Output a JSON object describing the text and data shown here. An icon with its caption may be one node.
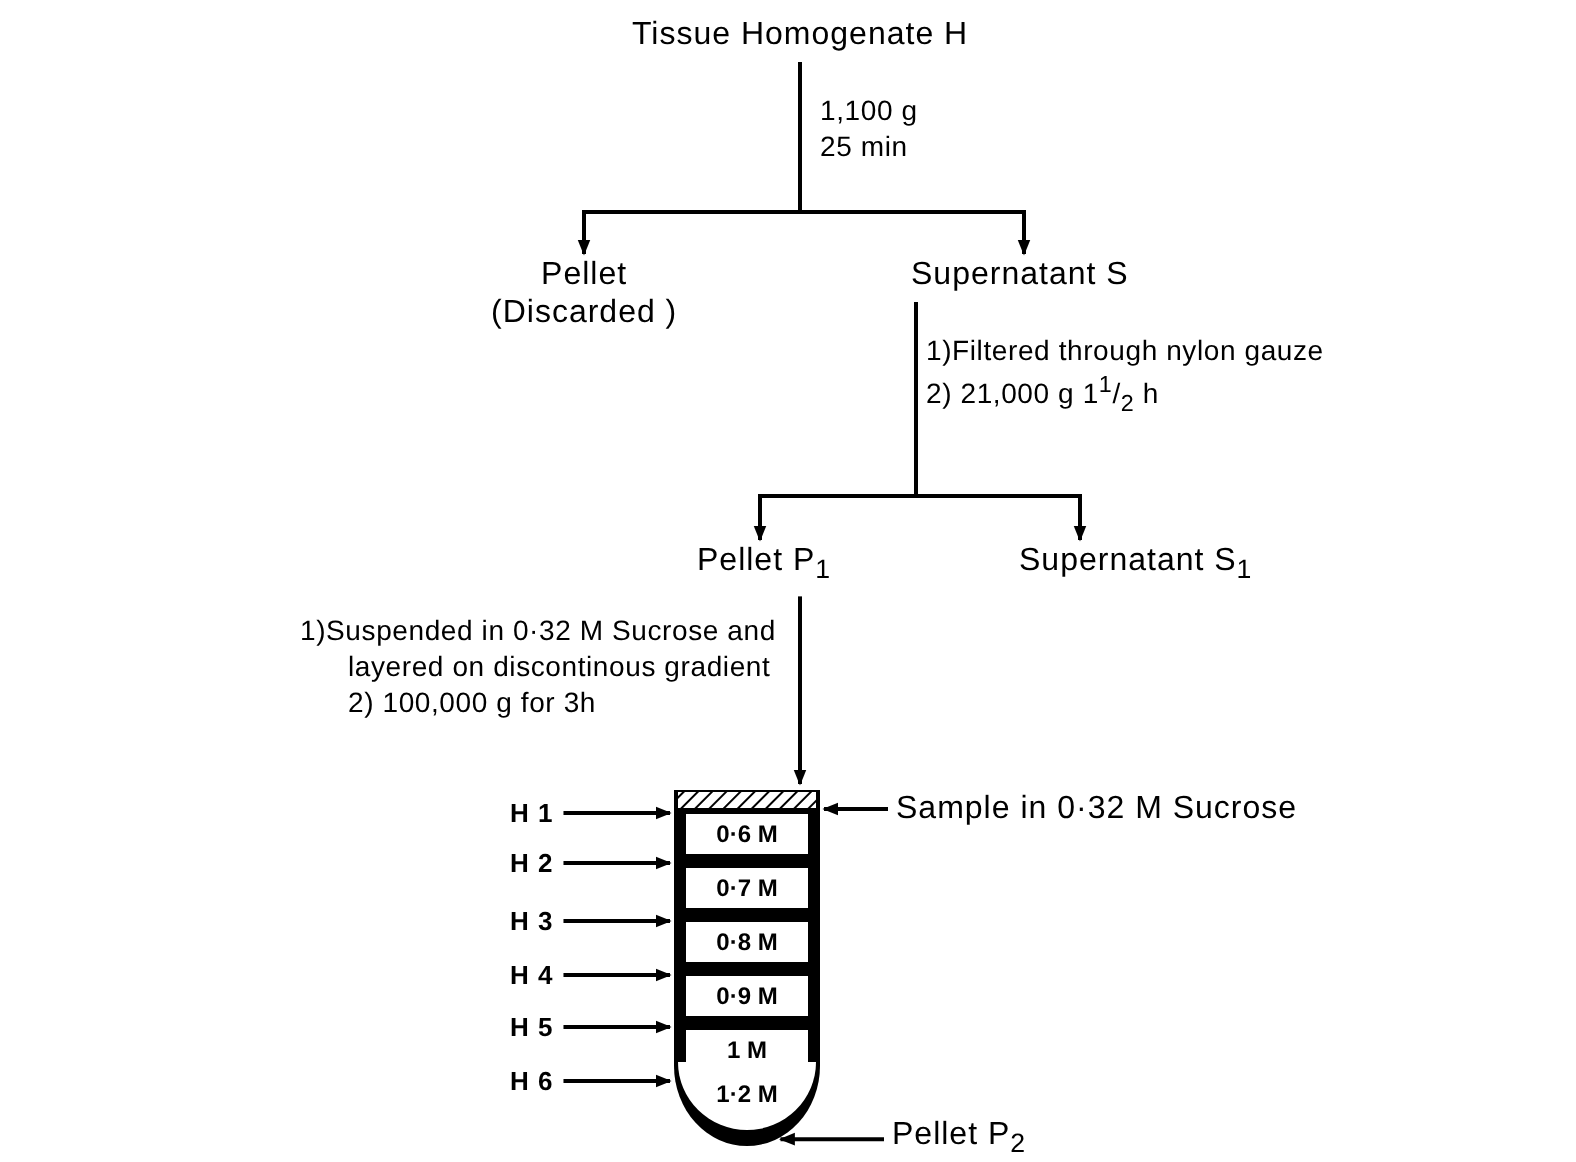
{
  "diagram": {
    "nodes": [
      {
        "text": [
          "Tissue Homogenate H"
        ]
      },
      {
        "text": [
          "Pellet",
          "(Discarded )"
        ]
      },
      {
        "text": [
          "Supernatant S"
        ]
      },
      {
        "text": [
          "Pellet P$_{1}$"
        ]
      },
      {
        "text": [
          "Supernatant S$_{1}$"
        ]
      },
      {
        "text": [],
        "shape": "tube"
      },
      {
        "text": [
          "0·6 M"
        ],
        "in": 5
      },
      {
        "text": [
          "0·7 M"
        ],
        "in": 5
      },
      {
        "text": [
          "0·8 M"
        ],
        "in": 5
      },
      {
        "text": [
          "0·9 M"
        ],
        "in": 5
      },
      {
        "text": [
          "1 M"
        ],
        "in": 5
      },
      {
        "text": [
          "1·2 M"
        ],
        "in": 5
      },
      {
        "text": [
          "H 1"
        ]
      },
      {
        "text": [
          "H 2"
        ]
      },
      {
        "text": [
          "H 3"
        ]
      },
      {
        "text": [
          "H 4"
        ]
      },
      {
        "text": [
          "H 5"
        ]
      },
      {
        "text": [
          "H 6"
        ]
      },
      {
        "text": [
          "Sample in 0·32 M Sucrose"
        ]
      },
      {
        "text": [
          "Pellet P$_{2}$"
        ]
      }
    ],
    "edges": [
      {
        "from": 0,
        "to": 1,
        "arrow": "to",
        "label": "1,100 g 25 min"
      },
      {
        "from": 0,
        "to": 2,
        "arrow": "to"
      },
      {
        "from": 2,
        "to": 3,
        "arrow": "to",
        "label": "1)Filtered through nylon gauze 2) 21,000 g 1$^{1}$/$_{2}$ h"
      },
      {
        "from": 2,
        "to": 4,
        "arrow": "to"
      },
      {
        "from": 3,
        "to": 5,
        "arrow": "to",
        "label": "1)Suspended in 0·32 M Sucrose and layered on discontinous gradient 2) 100,000 g for 3h"
      },
      {
        "from": 12,
        "to": 5,
        "arrow": "to"
      },
      {
        "from": 13,
        "to": 5,
        "arrow": "to"
      },
      {
        "from": 14,
        "to": 5,
        "arrow": "to"
      },
      {
        "from": 15,
        "to": 5,
        "arrow": "to"
      },
      {
        "from": 16,
        "to": 5,
        "arrow": "to"
      },
      {
        "from": 17,
        "to": 5,
        "arrow": "to"
      },
      {
        "from": 18,
        "to": 5,
        "arrow": "to"
      },
      {
        "from": 19,
        "to": 5,
        "arrow": "to"
      }
    ]
  }
}
